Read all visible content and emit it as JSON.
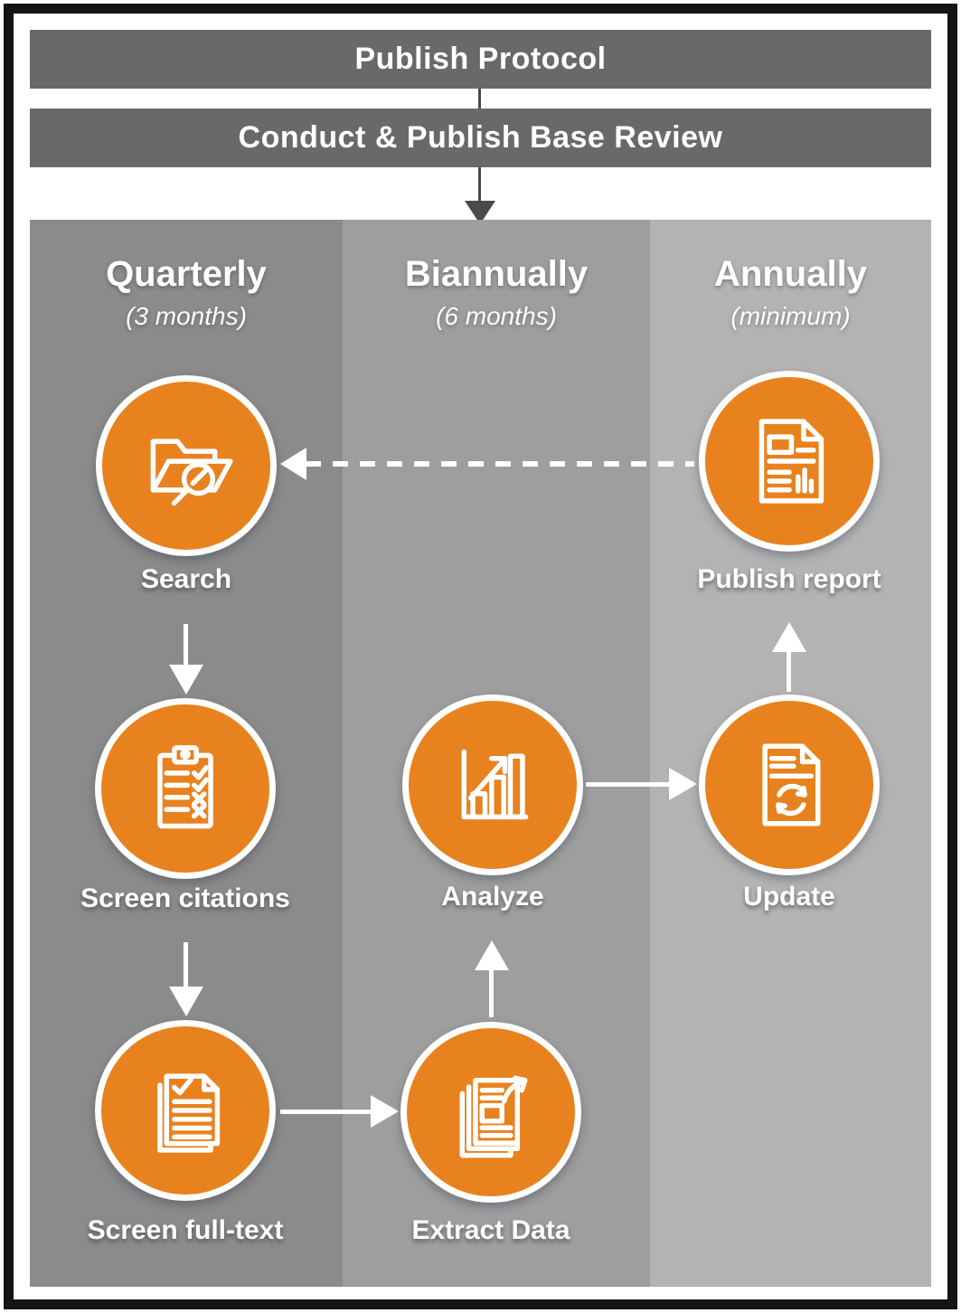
{
  "header": {
    "bar1": "Publish Protocol",
    "bar2": "Conduct & Publish Base Review"
  },
  "columns": [
    {
      "title": "Quarterly",
      "subtitle": "(3 months)"
    },
    {
      "title": "Biannually",
      "subtitle": "(6 months)"
    },
    {
      "title": "Annually",
      "subtitle": "(minimum)"
    }
  ],
  "nodes": [
    {
      "label": "Search",
      "icon": "folder-search-icon",
      "column": "Quarterly"
    },
    {
      "label": "Screen citations",
      "icon": "clipboard-checklist-icon",
      "column": "Quarterly"
    },
    {
      "label": "Screen full-text",
      "icon": "documents-check-icon",
      "column": "Quarterly"
    },
    {
      "label": "Extract Data",
      "icon": "documents-export-icon",
      "column": "Biannually"
    },
    {
      "label": "Analyze",
      "icon": "bar-chart-growth-icon",
      "column": "Biannually"
    },
    {
      "label": "Update",
      "icon": "document-refresh-icon",
      "column": "Annually"
    },
    {
      "label": "Publish report",
      "icon": "report-document-icon",
      "column": "Annually"
    }
  ],
  "connections": [
    {
      "from": "Publish Protocol",
      "to": "Conduct & Publish Base Review",
      "style": "solid-dark"
    },
    {
      "from": "Conduct & Publish Base Review",
      "to": "review cycle",
      "style": "solid-dark-arrow"
    },
    {
      "from": "Search",
      "to": "Screen citations",
      "style": "solid-white-arrow"
    },
    {
      "from": "Screen citations",
      "to": "Screen full-text",
      "style": "solid-white-arrow"
    },
    {
      "from": "Screen full-text",
      "to": "Extract Data",
      "style": "solid-white-arrow"
    },
    {
      "from": "Extract Data",
      "to": "Analyze",
      "style": "solid-white-arrow"
    },
    {
      "from": "Analyze",
      "to": "Update",
      "style": "solid-white-arrow"
    },
    {
      "from": "Update",
      "to": "Publish report",
      "style": "solid-white-arrow"
    },
    {
      "from": "Publish report",
      "to": "Search",
      "style": "dashed-white-arrow"
    }
  ],
  "colors": {
    "header_bar": "#696969",
    "column_quarterly": "#8b8b8b",
    "column_biannually": "#9e9e9e",
    "column_annually": "#b3b3b3",
    "node_orange": "#E8821E",
    "arrow_white": "#ffffff",
    "connector_dark": "#4a4a4a",
    "frame_black": "#141414"
  }
}
